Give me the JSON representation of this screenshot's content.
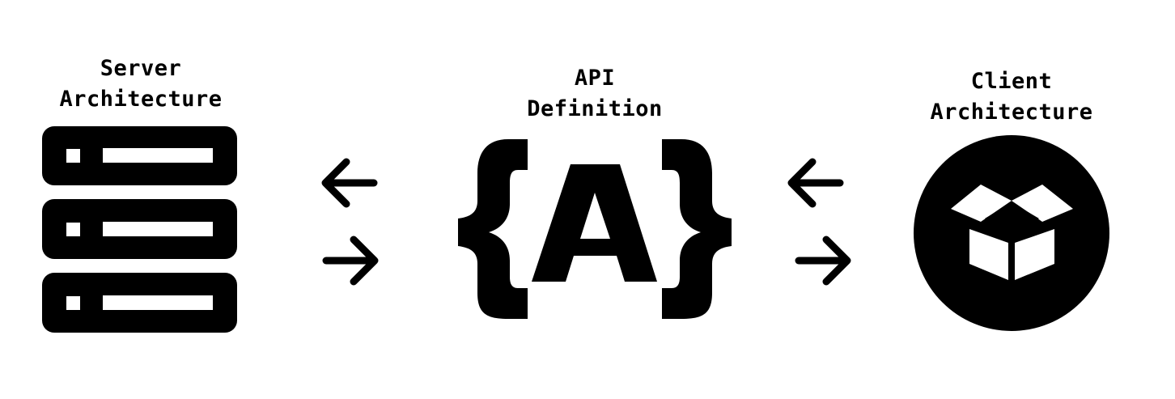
{
  "diagram": {
    "server": {
      "label_line1": "Server",
      "label_line2": "Architecture",
      "icon": "server-stack-icon"
    },
    "api": {
      "label_line1": "API",
      "label_line2": "Definition",
      "icon": "api-braces-icon",
      "glyph": "A"
    },
    "client": {
      "label_line1": "Client",
      "label_line2": "Architecture",
      "icon": "open-box-icon"
    },
    "connectors": [
      {
        "between": "server-api",
        "arrows": [
          "left-arrow-icon",
          "right-arrow-icon"
        ]
      },
      {
        "between": "api-client",
        "arrows": [
          "left-arrow-icon",
          "right-arrow-icon"
        ]
      }
    ],
    "colors": {
      "foreground": "#000000",
      "background": "#ffffff"
    }
  }
}
